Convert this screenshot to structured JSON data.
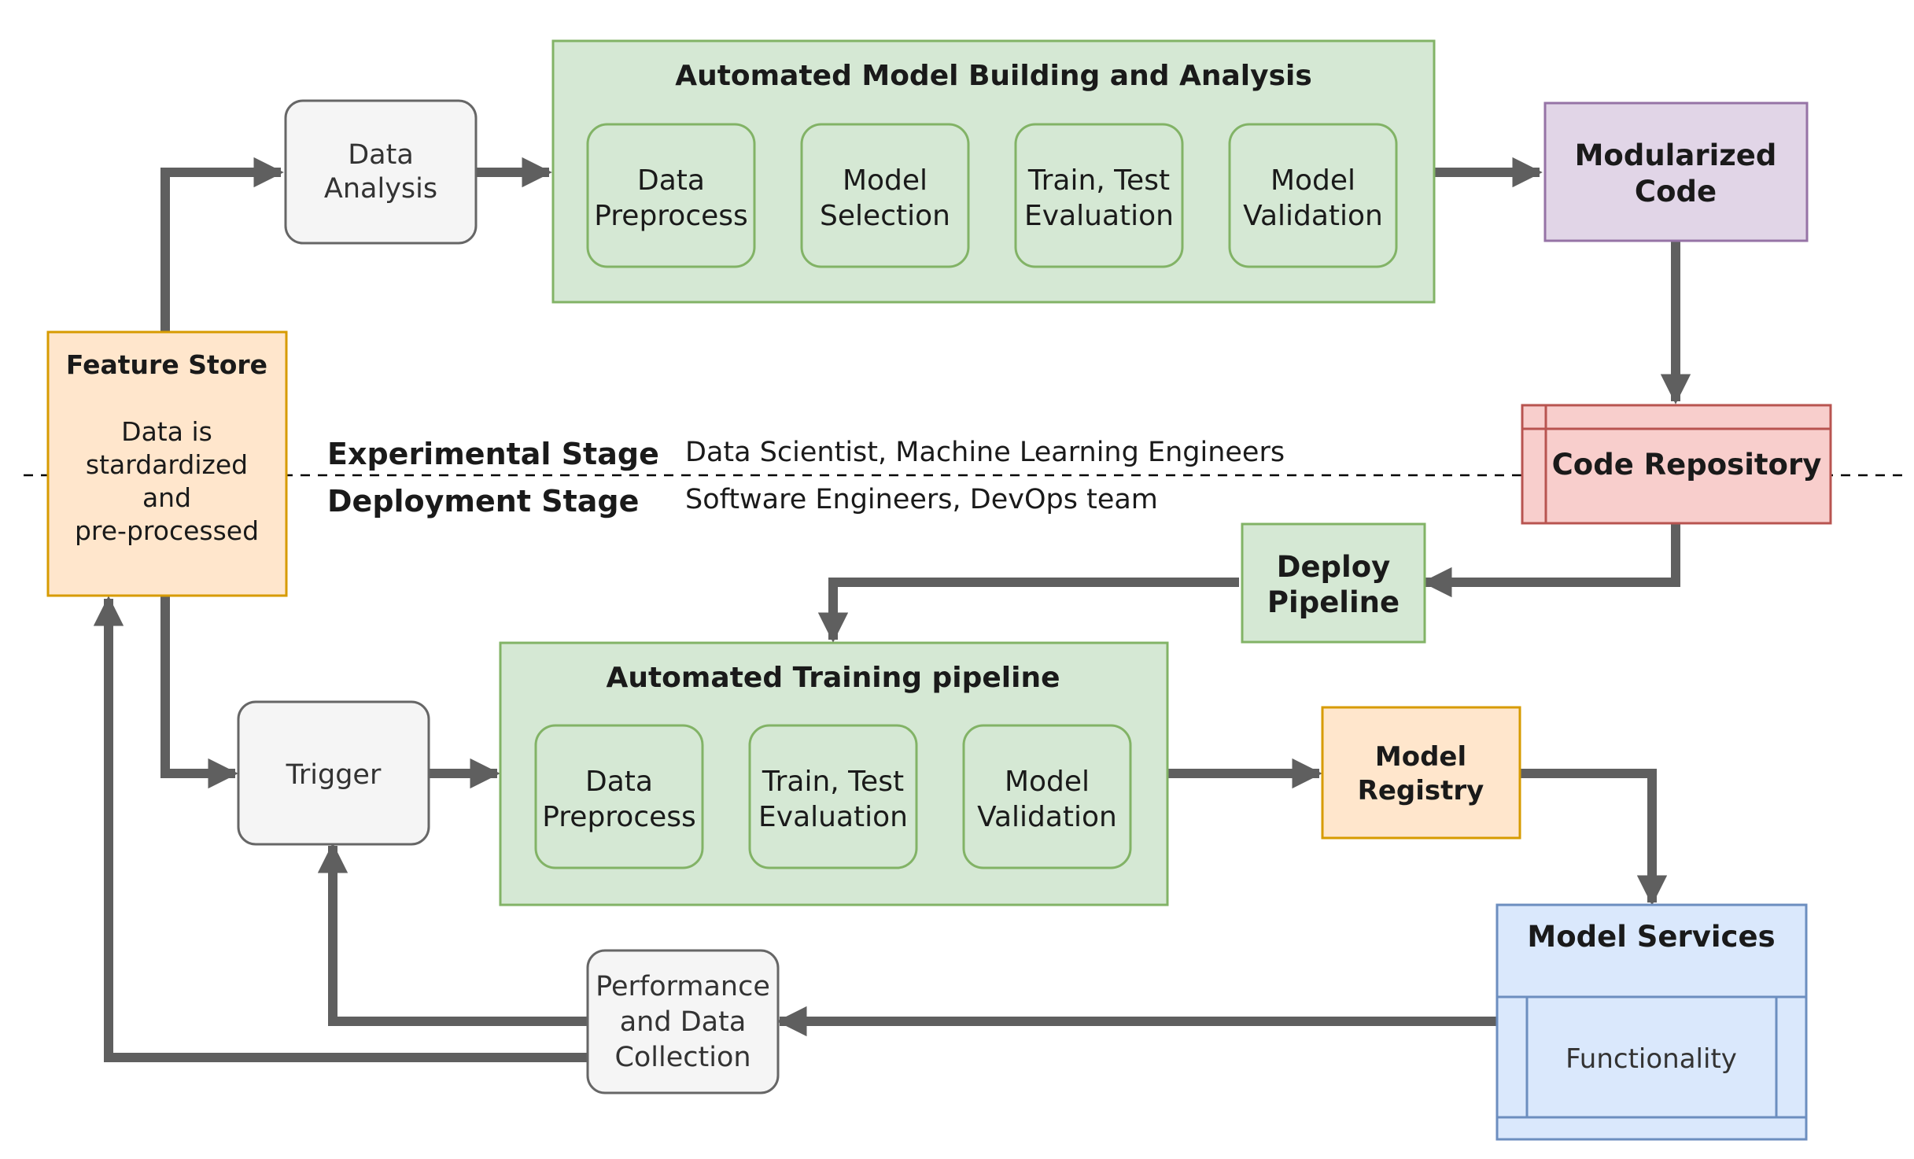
{
  "colors": {
    "green_fill": "#d5e8d4",
    "green_stroke": "#82b366",
    "grey_fill": "#f5f5f5",
    "grey_stroke": "#666666",
    "orange_fill": "#ffe6cc",
    "orange_stroke": "#d79b00",
    "purple_fill": "#e1d5e7",
    "purple_stroke": "#9673a6",
    "red_fill": "#f8cecc",
    "red_stroke": "#b85450",
    "blue_fill": "#dae8fc",
    "blue_stroke": "#6c8ebf",
    "arrow": "#5f5f5f",
    "text": "#1a1a1a"
  },
  "feature_store": {
    "title": "Feature Store",
    "lines": [
      "Data is",
      "stardardized",
      "and",
      "pre-processed"
    ]
  },
  "data_analysis": {
    "lines": [
      "Data",
      "Analysis"
    ]
  },
  "building": {
    "title": "Automated Model Building and Analysis",
    "steps": [
      {
        "lines": [
          "Data",
          "Preprocess"
        ]
      },
      {
        "lines": [
          "Model",
          "Selection"
        ]
      },
      {
        "lines": [
          "Train, Test",
          "Evaluation"
        ]
      },
      {
        "lines": [
          "Model",
          "Validation"
        ]
      }
    ]
  },
  "modularized_code": {
    "lines": [
      "Modularized",
      "Code"
    ]
  },
  "code_repository": {
    "label": "Code Repository"
  },
  "stages": {
    "experimental": "Experimental Stage",
    "experimental_roles": "Data Scientist, Machine Learning Engineers",
    "deployment": "Deployment Stage",
    "deployment_roles": "Software Engineers, DevOps team"
  },
  "deploy_pipeline": {
    "lines": [
      "Deploy",
      "Pipeline"
    ]
  },
  "training": {
    "title": "Automated Training pipeline",
    "steps": [
      {
        "lines": [
          "Data",
          "Preprocess"
        ]
      },
      {
        "lines": [
          "Train, Test",
          "Evaluation"
        ]
      },
      {
        "lines": [
          "Model",
          "Validation"
        ]
      }
    ]
  },
  "trigger": {
    "label": "Trigger"
  },
  "model_registry": {
    "lines": [
      "Model",
      "Registry"
    ]
  },
  "model_services": {
    "title": "Model Services",
    "functionality": "Functionality"
  },
  "performance": {
    "lines": [
      "Performance",
      "and Data",
      "Collection"
    ]
  }
}
